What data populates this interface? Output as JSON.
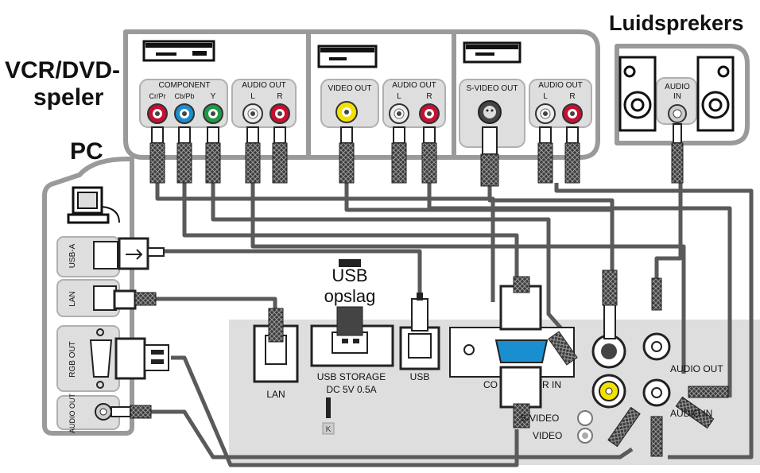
{
  "headings": {
    "vcr_line1": "VCR/DVD-",
    "vcr_line2": "speler",
    "speakers": "Luidsprekers",
    "pc": "PC"
  },
  "device1": {
    "component_label": "COMPONENT",
    "jacks": [
      "Cr/Pr",
      "Cb/Pb",
      "Y"
    ],
    "audio_out_label": "AUDIO OUT",
    "audio_channels": [
      "L",
      "R"
    ]
  },
  "device2": {
    "video_out_label": "VIDEO OUT",
    "audio_out_label": "AUDIO OUT",
    "audio_channels": [
      "L",
      "R"
    ]
  },
  "device3": {
    "svideo_out_label": "S-VIDEO OUT",
    "audio_out_label": "AUDIO OUT",
    "audio_channels": [
      "L",
      "R"
    ]
  },
  "speaker_box": {
    "audio_in_line1": "AUDIO",
    "audio_in_line2": "IN"
  },
  "pc_ports": [
    "USB-A",
    "LAN",
    "RGB OUT",
    "AUDIO OUT"
  ],
  "usb_storage": {
    "line1": "USB",
    "line2": "opslag"
  },
  "projector": {
    "lan": "LAN",
    "usb_storage_line1": "USB STORAGE",
    "usb_storage_line2": "DC 5V 0.5A",
    "usb": "USB",
    "computer_in_left": "CO",
    "computer_in_right": "R IN",
    "svideo": "S-VIDEO",
    "video": "VIDEO",
    "audio_out": "AUDIO OUT",
    "audio_in": "AUDIO IN",
    "lock_glyph": "K"
  },
  "colors": {
    "red": "#c8102e",
    "blue": "#1a8fd0",
    "green": "#1e9a45",
    "yellow": "#f2e200",
    "white_jack": "#eeeeee",
    "panel": "#dedede",
    "frame": "#9a9a9a",
    "cable": "#555555"
  }
}
